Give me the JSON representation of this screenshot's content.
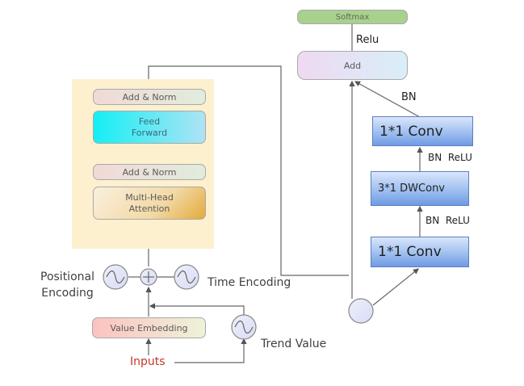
{
  "encoder": {
    "add_norm_top": "Add & Norm",
    "feed_forward": [
      "Feed",
      "Forward"
    ],
    "add_norm_bottom": "Add & Norm",
    "multi_head_attention": [
      "Multi-Head",
      "Attention"
    ]
  },
  "inputs_section": {
    "positional_encoding": [
      "Positional",
      "Encoding"
    ],
    "time_encoding": "Time Encoding",
    "value_embedding": "Value Embedding",
    "inputs": "Inputs",
    "trend_value": "Trend Value"
  },
  "head": {
    "softmax": "Softmax",
    "relu": "Relu",
    "add": "Add",
    "bn_top": "BN",
    "conv_top": "1*1 Conv",
    "bn_relu_1": "BN  ReLU",
    "dwconv": "3*1 DWConv",
    "bn_relu_2": "BN  ReLU",
    "conv_bottom": "1*1 Conv"
  },
  "colors": {
    "inputs_text": "#c0392b",
    "softmax_fill": "#a9d18e",
    "encoder_bg": "#fdf0cf",
    "conv_blue": "#8fb2ec"
  }
}
